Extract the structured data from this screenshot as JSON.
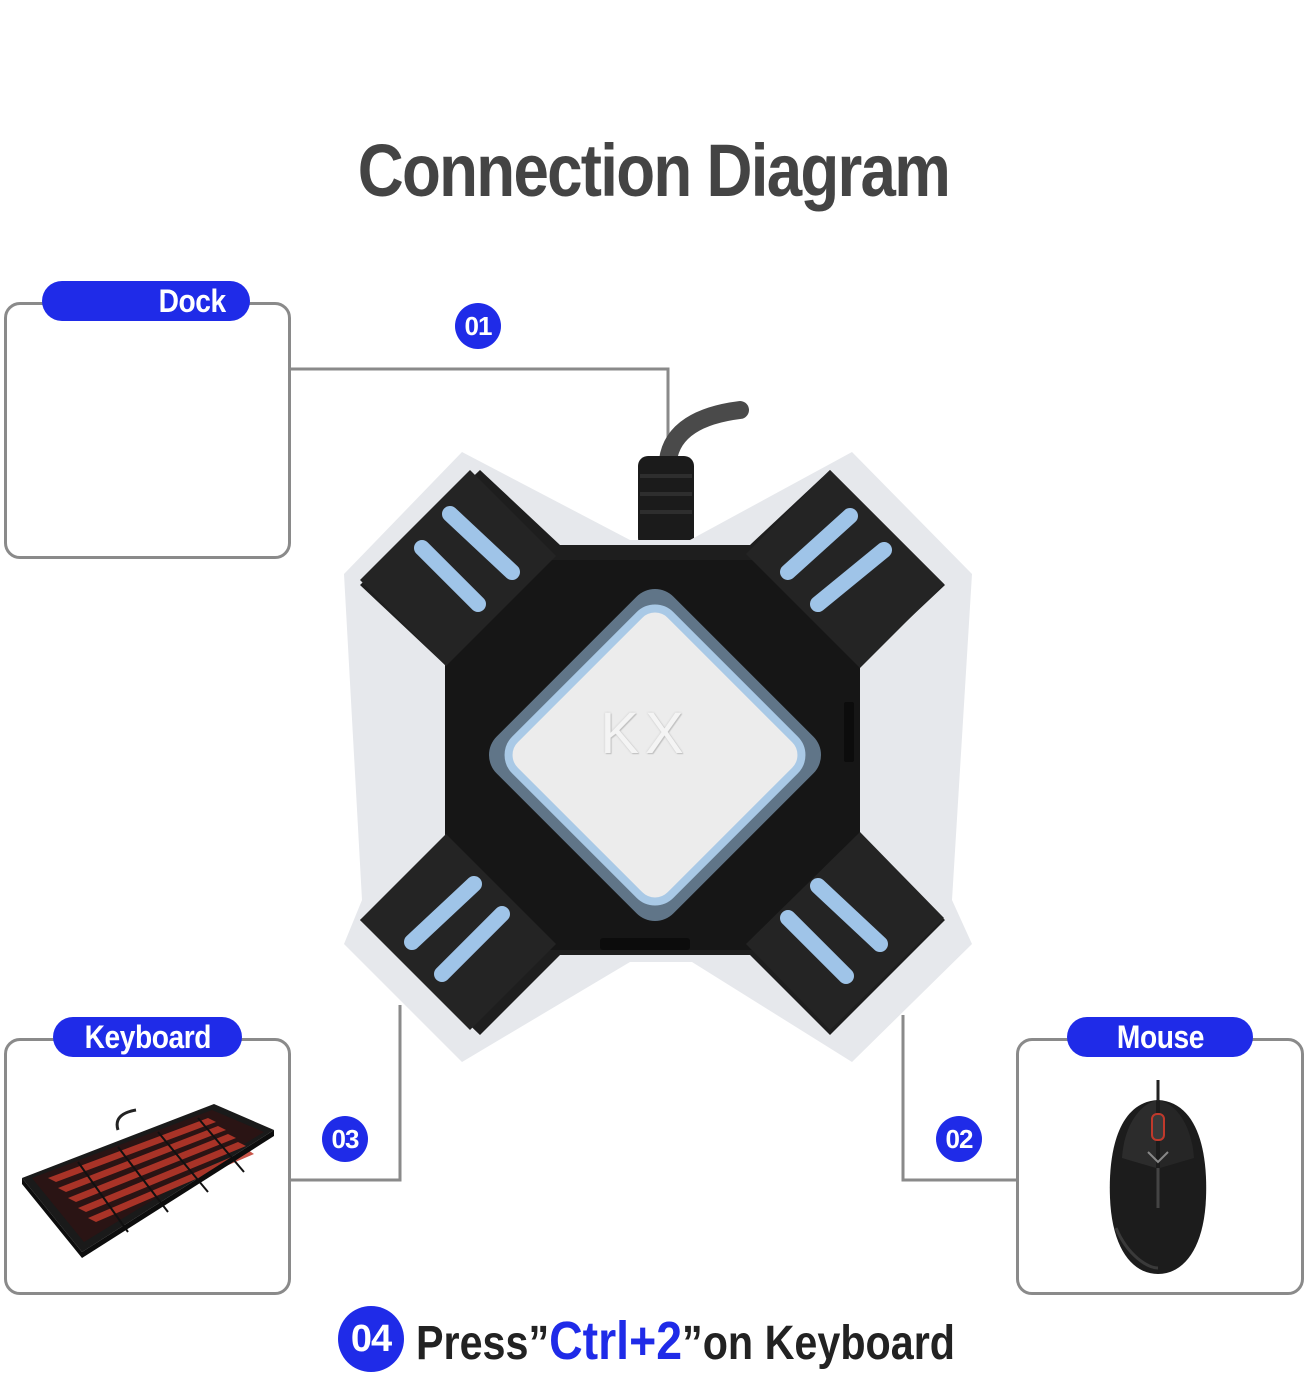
{
  "title": "Connection Diagram",
  "boxes": {
    "dock": {
      "label": "Dock",
      "number": "01"
    },
    "mouse": {
      "label": "Mouse",
      "number": "02"
    },
    "keyboard": {
      "label": "Keyboard",
      "number": "03"
    }
  },
  "device": {
    "logo_text": "KX"
  },
  "instruction": {
    "number": "04",
    "before": "Press”",
    "key_combo": "Ctrl+2",
    "after": "”on Keyboard"
  },
  "colors": {
    "accent": "#1f2be8",
    "title": "#444444",
    "line": "#8a8a8a",
    "device_body": "#1e1e1e",
    "device_led": "#9fc4e8"
  },
  "icons": [
    "keyboard-image",
    "mouse-image",
    "adapter-device-image"
  ]
}
